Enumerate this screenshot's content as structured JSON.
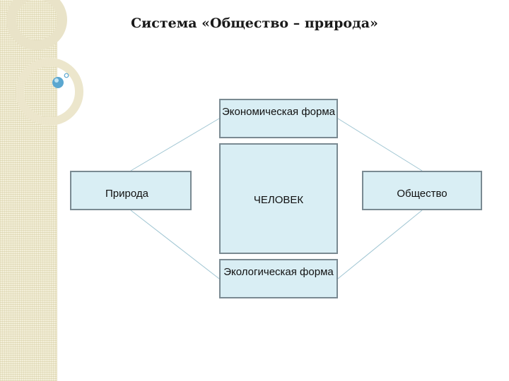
{
  "title": "Система «Общество – природа»",
  "boxes": {
    "economic": "Экономическая форма",
    "human": "ЧЕЛОВЕК",
    "ecological": "Экологическая форма",
    "nature": "Природа",
    "society": "Общество"
  },
  "colors": {
    "box_fill": "#d9eef4",
    "box_border": "#7a8a92",
    "connector": "#9fc5d2",
    "strip": "#f3efd9"
  }
}
